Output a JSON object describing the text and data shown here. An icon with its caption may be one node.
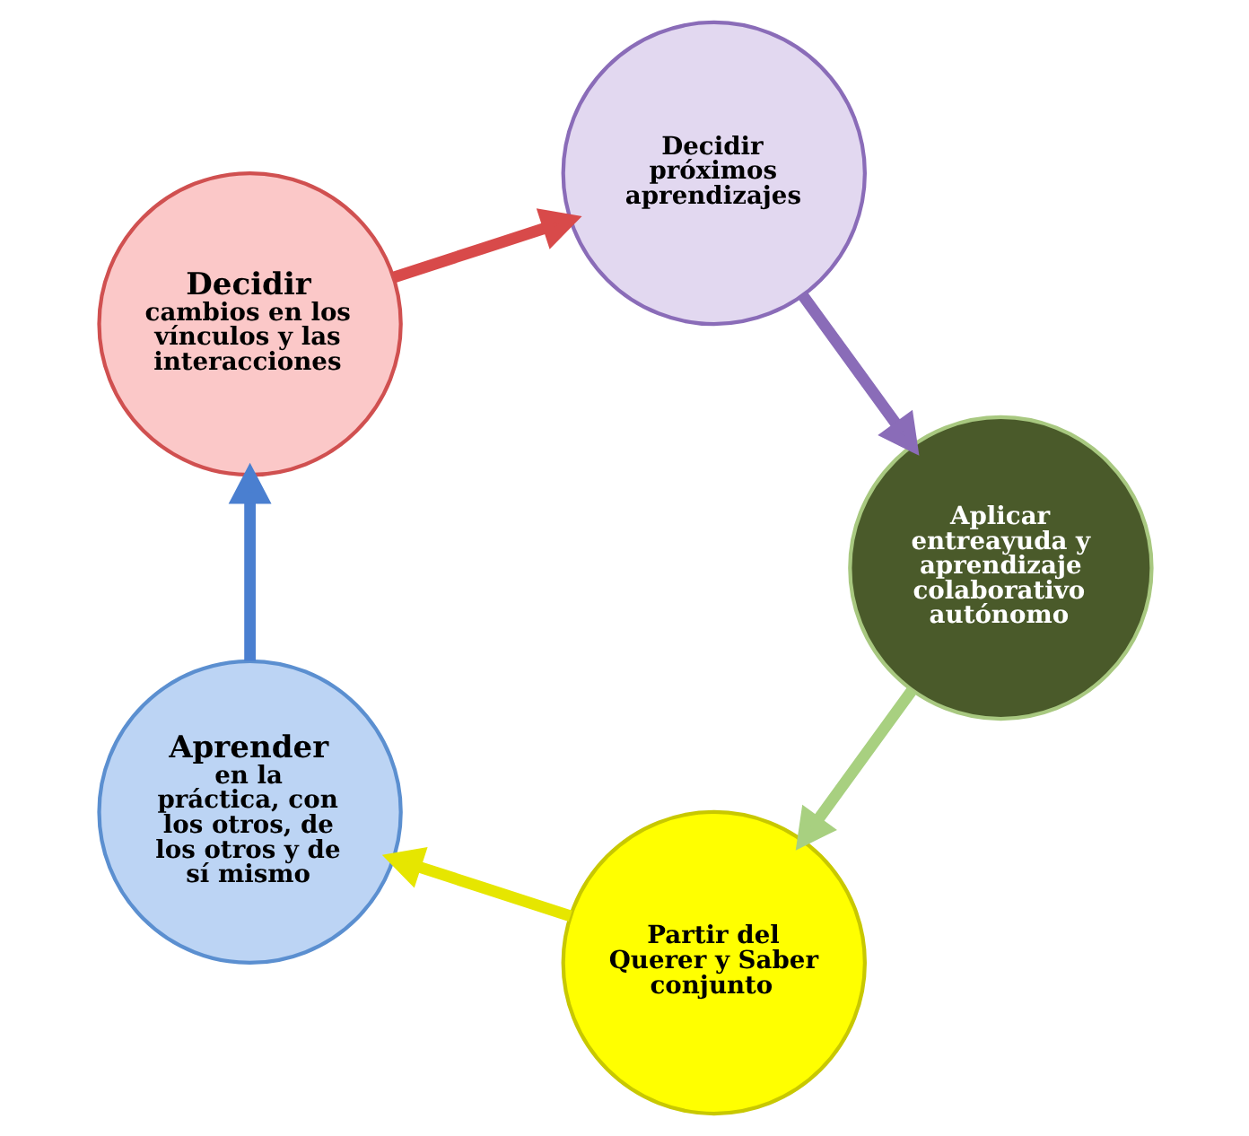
{
  "diagram": {
    "nodes": [
      {
        "text": [
          "Partir del Querer y Saber conjunto"
        ]
      },
      {
        "text": [
          "Aprender",
          "en la práctica, con los otros, de los otros y de sí mismo"
        ]
      },
      {
        "text": [
          "Decidir",
          "cambios en los vínculos y las interacciones"
        ]
      },
      {
        "text": [
          "Decidir próximos aprendizajes"
        ]
      },
      {
        "text": [
          "Aplicar entreayuda y aprendizaje colaborativo autónomo"
        ]
      }
    ],
    "edges": [
      {
        "from": 0,
        "to": 1,
        "arrow": "to",
        "color": "#e6e600"
      },
      {
        "from": 1,
        "to": 2,
        "arrow": "to",
        "color": "#4a7fd0"
      },
      {
        "from": 2,
        "to": 3,
        "arrow": "to",
        "color": "#d84a4a"
      },
      {
        "from": 3,
        "to": 4,
        "arrow": "to",
        "color": "#8a6cb8"
      },
      {
        "from": 4,
        "to": 0,
        "arrow": "to",
        "color": "#a8d080"
      }
    ]
  }
}
